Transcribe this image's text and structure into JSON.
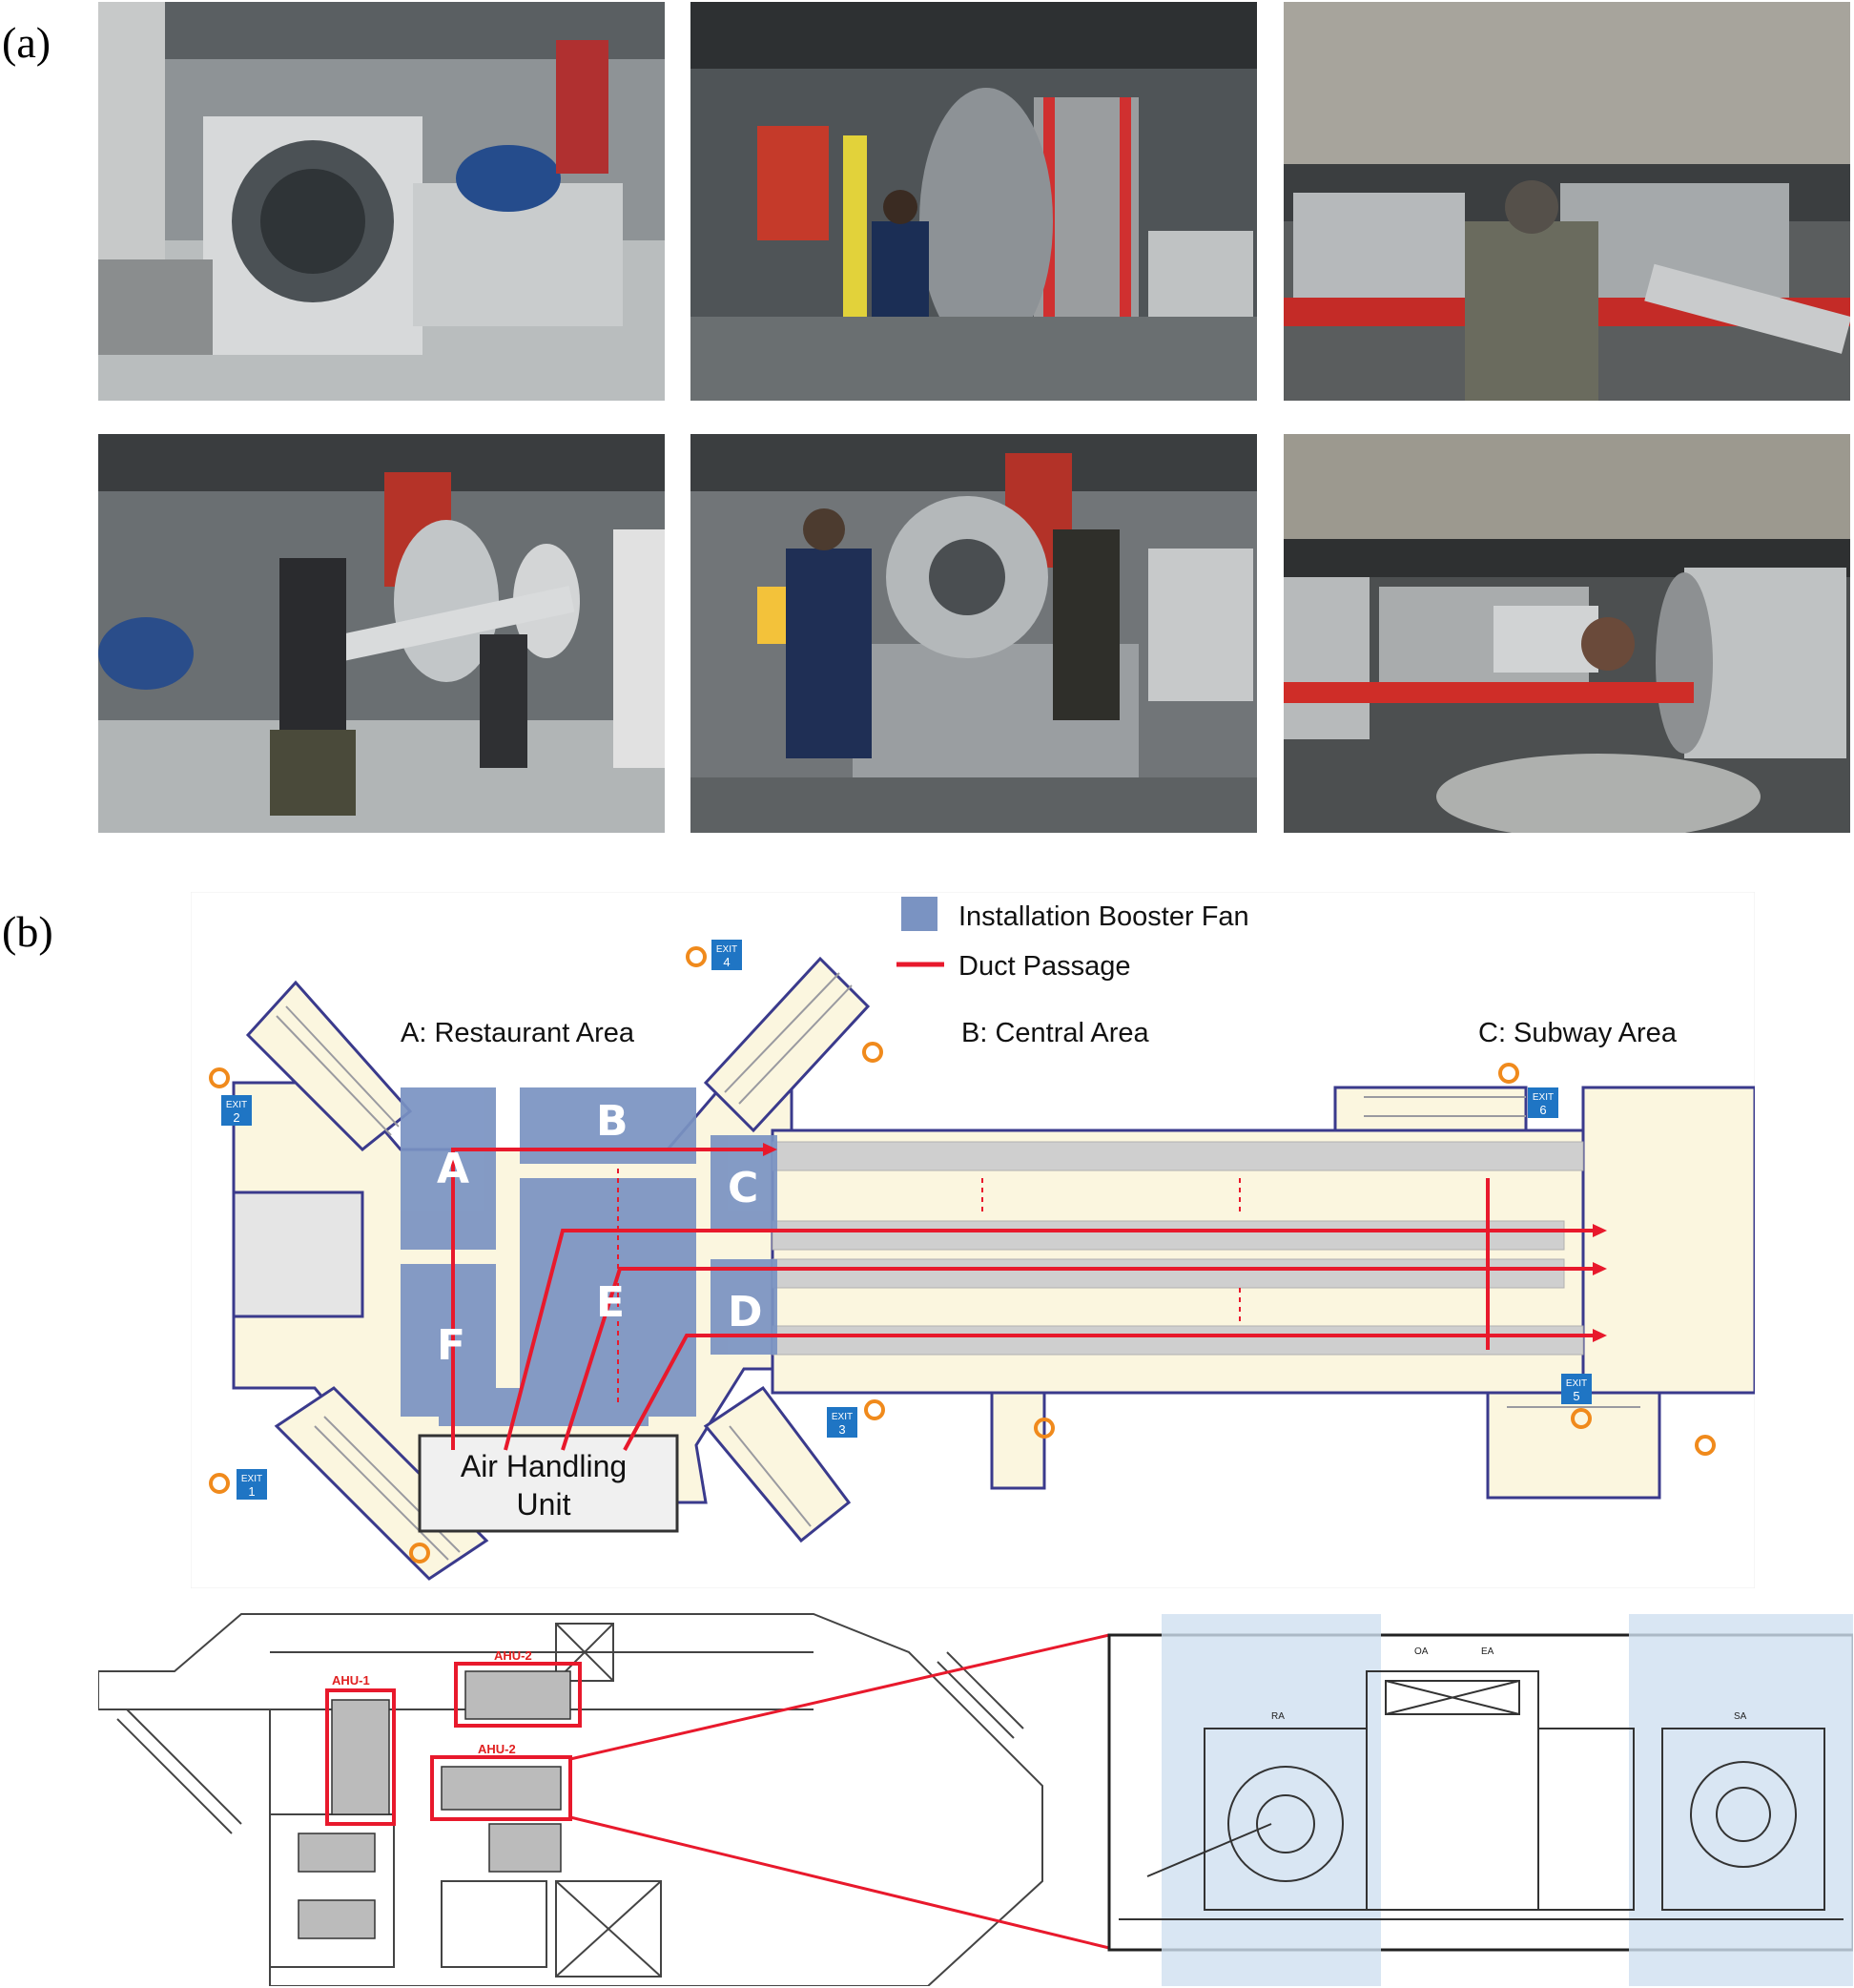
{
  "panels": {
    "a": {
      "label": "(a)"
    },
    "b": {
      "label": "(b)"
    }
  },
  "legend": {
    "booster_fan": "Installation Booster Fan",
    "duct_passage": "Duct Passage"
  },
  "areas": {
    "restaurant": "A: Restaurant Area",
    "central": "B: Central Area",
    "subway": "C: Subway Area"
  },
  "zones": [
    "A",
    "B",
    "C",
    "D",
    "E",
    "F"
  ],
  "ahu": {
    "line1": "Air Handling",
    "line2": "Unit"
  },
  "exits": [
    {
      "word": "EXIT",
      "num": "1"
    },
    {
      "word": "EXIT",
      "num": "2"
    },
    {
      "word": "EXIT",
      "num": "3"
    },
    {
      "word": "EXIT",
      "num": "4"
    },
    {
      "word": "EXIT",
      "num": "5"
    },
    {
      "word": "EXIT",
      "num": "6"
    }
  ],
  "cad": {
    "ahu_1": "AHU-1",
    "ahu_2a": "AHU-2",
    "ahu_2b": "AHU-2",
    "ra": "RA",
    "sa": "SA",
    "oa": "OA",
    "ea": "EA"
  },
  "colors": {
    "booster_fan": "#7a93c2",
    "duct": "#e8192c",
    "outline": "#3a3a8c",
    "floor": "#fbf6df",
    "exit": "#1f75c4",
    "cad_highlight": "#cfe0f0"
  }
}
